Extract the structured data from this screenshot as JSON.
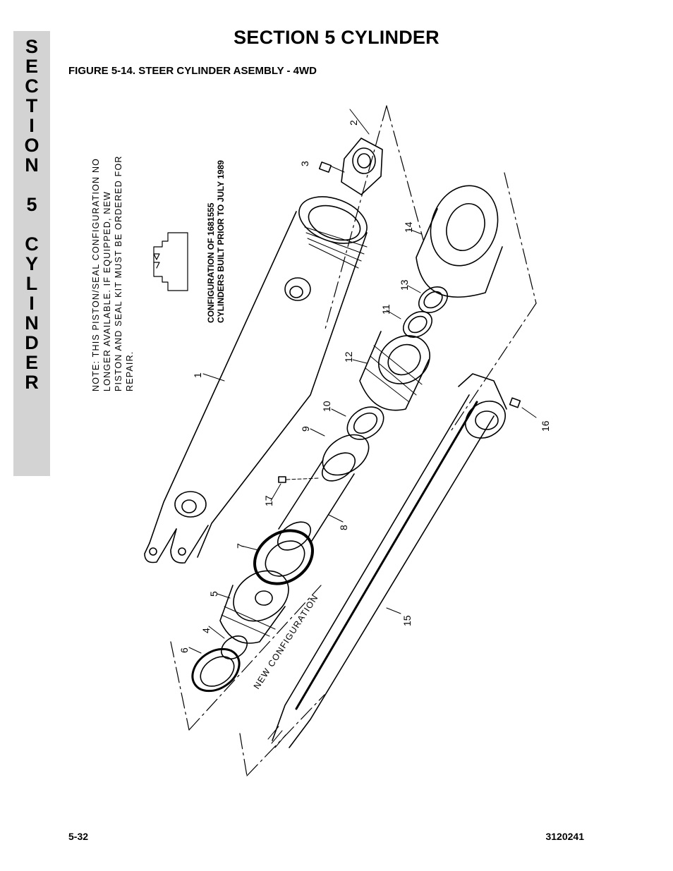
{
  "page": {
    "section_heading": "SECTION 5  CYLINDER",
    "figure_title": "FIGURE 5-14.  STEER CYLINDER ASEMBLY - 4WD",
    "page_number": "5-32",
    "document_number": "3120241"
  },
  "side_tab": {
    "letters": [
      "S",
      "E",
      "C",
      "T",
      "I",
      "O",
      "N",
      "",
      "5",
      "",
      "C",
      "Y",
      "L",
      "I",
      "N",
      "D",
      "E",
      "R"
    ],
    "background": "#d3d3d3"
  },
  "figure": {
    "note_lines": [
      "NOTE: THIS PISTON/SEAL CONFIGURATION NO",
      "LONGER    AVAILABLE.   IF   EQUIPPED,   NEW",
      "PISTON AND SEAL KIT MUST BE ORDERED FOR",
      "REPAIR."
    ],
    "config_lines": [
      "CONFIGURATION OF 1681555",
      "CYLINDERS BUILT PRIOR TO JULY 1989"
    ],
    "new_configuration_label": "NEW CONFIGURATION",
    "callouts": [
      {
        "id": "c1",
        "label": "1"
      },
      {
        "id": "c2",
        "label": "2"
      },
      {
        "id": "c3",
        "label": "3"
      },
      {
        "id": "c4",
        "label": "4"
      },
      {
        "id": "c5",
        "label": "5"
      },
      {
        "id": "c6",
        "label": "6"
      },
      {
        "id": "c7",
        "label": "7"
      },
      {
        "id": "c8",
        "label": "8"
      },
      {
        "id": "c9",
        "label": "9"
      },
      {
        "id": "c10",
        "label": "10"
      },
      {
        "id": "c11",
        "label": "11"
      },
      {
        "id": "c12",
        "label": "12"
      },
      {
        "id": "c13",
        "label": "13"
      },
      {
        "id": "c14",
        "label": "14"
      },
      {
        "id": "c15",
        "label": "15"
      },
      {
        "id": "c16",
        "label": "16"
      },
      {
        "id": "c17",
        "label": "17"
      }
    ]
  }
}
